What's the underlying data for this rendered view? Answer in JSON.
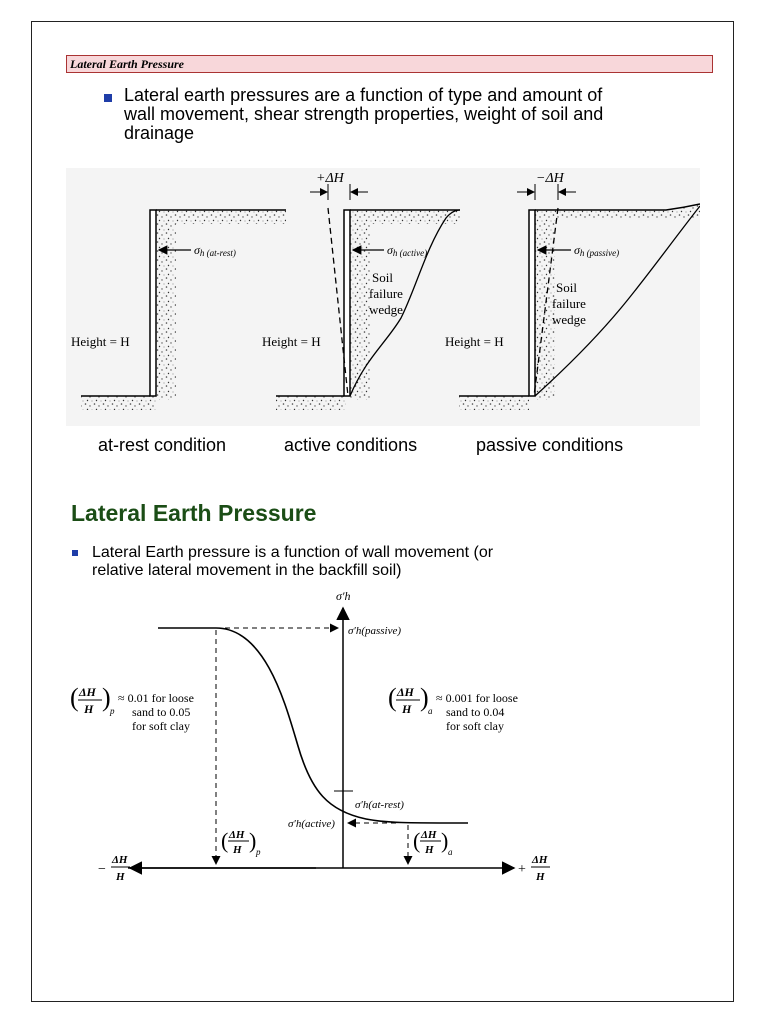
{
  "header": {
    "title": "Lateral Earth Pressure"
  },
  "bullet1": {
    "line1": "Lateral earth pressures are a function of type and amount of",
    "line2": "wall movement, shear strength properties, weight of soil and",
    "line3": "drainage"
  },
  "figure1": {
    "panel1": {
      "sigma": "σ",
      "sub": "h (at-rest)",
      "height": "Height = H",
      "caption": "at-rest condition"
    },
    "panel2": {
      "dh": "+ΔH",
      "sigma": "σ",
      "sub": "h (active)",
      "height": "Height = H",
      "wedge1": "Soil",
      "wedge2": "failure",
      "wedge3": "wedge",
      "caption": "active conditions"
    },
    "panel3": {
      "dh": "−ΔH",
      "sigma": "σ",
      "sub": "h (passive)",
      "height": "Height = H",
      "wedge1": "Soil",
      "wedge2": "failure",
      "wedge3": "wedge",
      "caption": "passive conditions"
    }
  },
  "section2": {
    "title": "Lateral Earth Pressure",
    "bullet_line1": "Lateral Earth pressure is a function of wall movement (or",
    "bullet_line2": "relative lateral movement in the backfill soil)"
  },
  "figure2": {
    "axis_top": "σ′h",
    "passive_label": "σ′h(passive)",
    "atrest_label": "σ′h(at-rest)",
    "active_label": "σ′h(active)",
    "left_ratio_sub": "p",
    "right_ratio_sub": "a",
    "left_note1": "≈ 0.01 for loose",
    "left_note2": "sand to 0.05",
    "left_note3": "for soft clay",
    "right_note1": "≈ 0.001 for loose",
    "right_note2": "sand to 0.04",
    "right_note3": "for soft clay",
    "x_left_sign": "−",
    "x_right_sign": "+",
    "dh": "ΔH",
    "h": "H"
  },
  "colors": {
    "header_bg": "#f8d7da",
    "header_border": "#aa3333",
    "bullet": "#1f3da8",
    "section_title": "#1b4d16"
  }
}
